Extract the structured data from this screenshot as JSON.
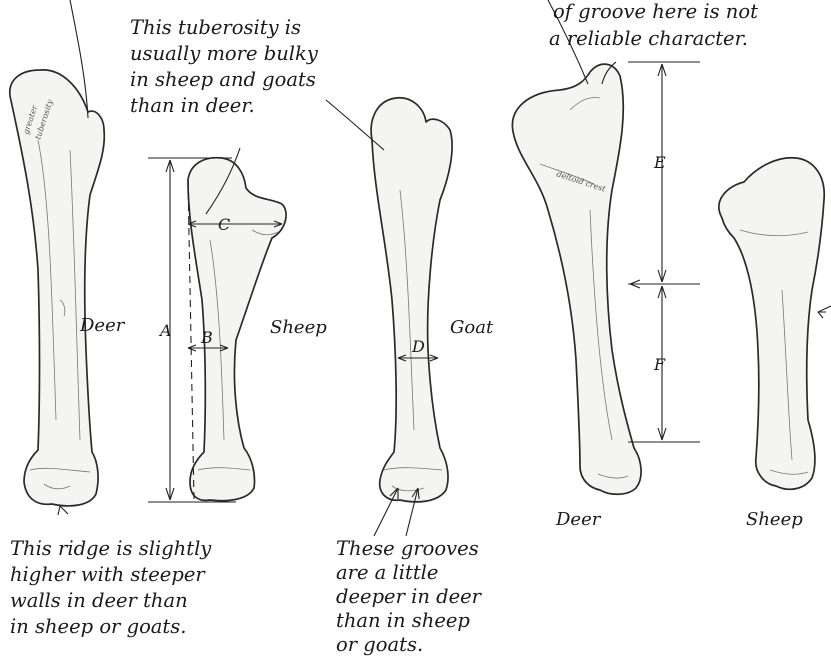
{
  "annotations": {
    "top_right": [
      "of groove here is not",
      "a reliable character."
    ],
    "tuberosity": [
      "This tuberosity is",
      "usually more bulky",
      "in sheep and goats",
      "than in deer."
    ],
    "ridge": [
      "This ridge is slightly",
      "higher with steeper",
      "walls in deer than",
      "in sheep or goats."
    ],
    "grooves": [
      "These grooves",
      "are a little",
      "deeper in deer",
      "than in sheep",
      "or goats."
    ]
  },
  "bone_labels": {
    "deer_anterior": "Deer",
    "sheep_anterior": "Sheep",
    "goat_anterior": "Goat",
    "deer_lateral": "Deer",
    "sheep_lateral": "Sheep"
  },
  "dimensions": {
    "a": "A",
    "b": "B",
    "c": "C",
    "d": "D",
    "e": "E",
    "f": "F"
  },
  "bone_inscriptions": {
    "greater_tuberosity": [
      "greater",
      "tuberosity"
    ],
    "deltoid_crest": "deltoid crest"
  }
}
